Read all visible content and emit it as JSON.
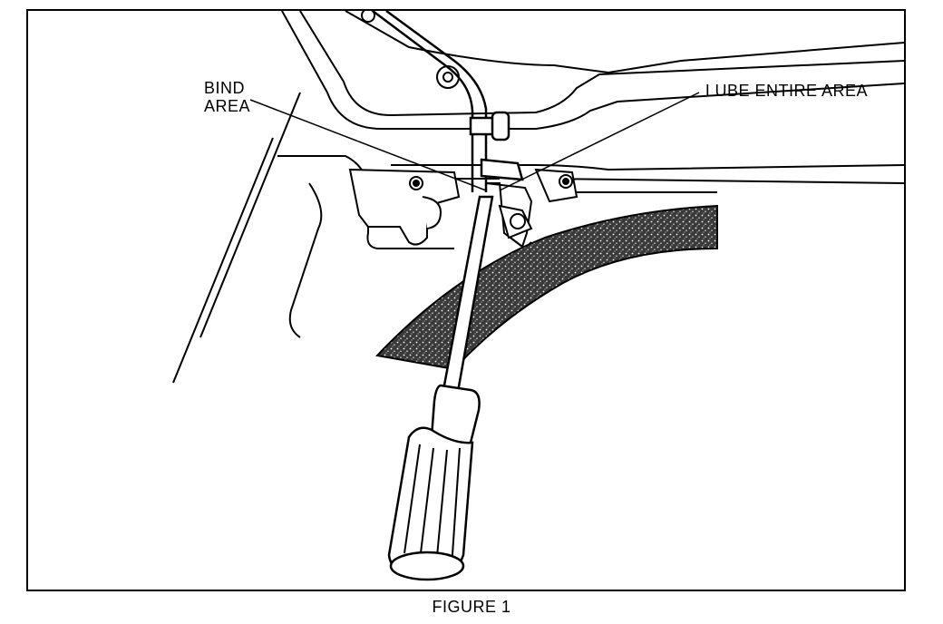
{
  "callouts": {
    "bind_area": "BIND\nAREA",
    "lube_entire_area": "LUBE ENTIRE AREA"
  },
  "caption": "FIGURE 1",
  "colors": {
    "ink": "#000000",
    "paper": "#ffffff",
    "seal_fill": "#4a4a4a"
  }
}
